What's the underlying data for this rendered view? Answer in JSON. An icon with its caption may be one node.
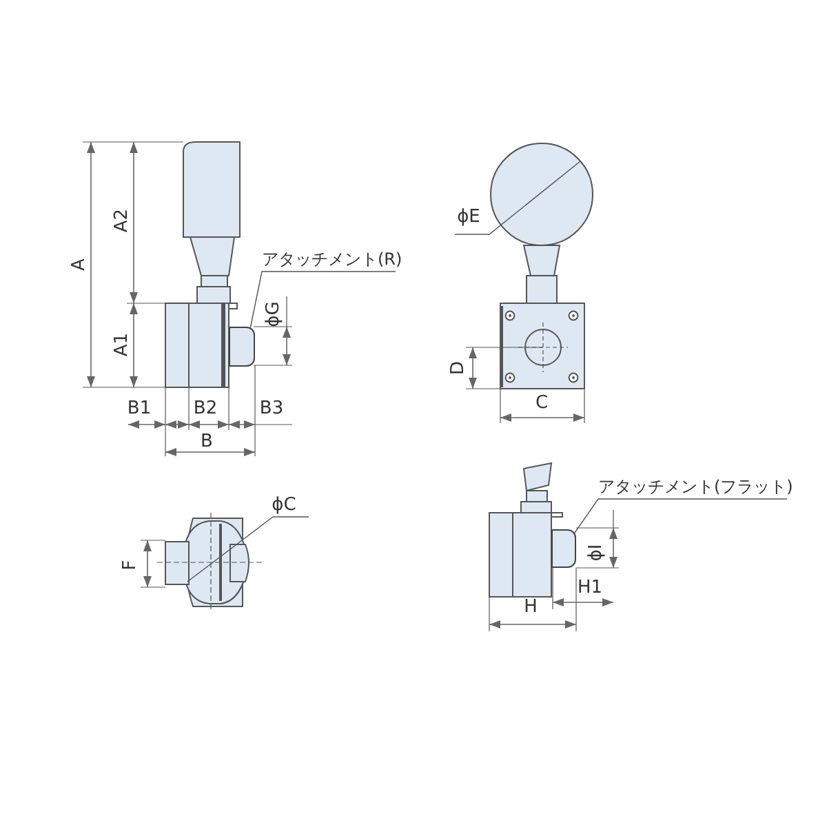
{
  "diagram": {
    "nodes": [
      {
        "text": [
          "アタッチメント(R)"
        ]
      },
      {
        "text": [],
        "shape": "box"
      },
      {
        "text": [
          "アタッチメント(フラット)"
        ]
      },
      {
        "text": [],
        "shape": "box"
      }
    ],
    "edges": [
      {
        "from": 0,
        "to": 1,
        "arrow": "none"
      },
      {
        "from": 2,
        "to": 3,
        "arrow": "none"
      }
    ],
    "labels": [
      "A",
      "A2",
      "A1",
      "ϕG",
      "B1",
      "B2",
      "B3",
      "B",
      "ϕE",
      "D",
      "C",
      "ϕC",
      "F",
      "ϕI",
      "H1",
      "H"
    ]
  }
}
